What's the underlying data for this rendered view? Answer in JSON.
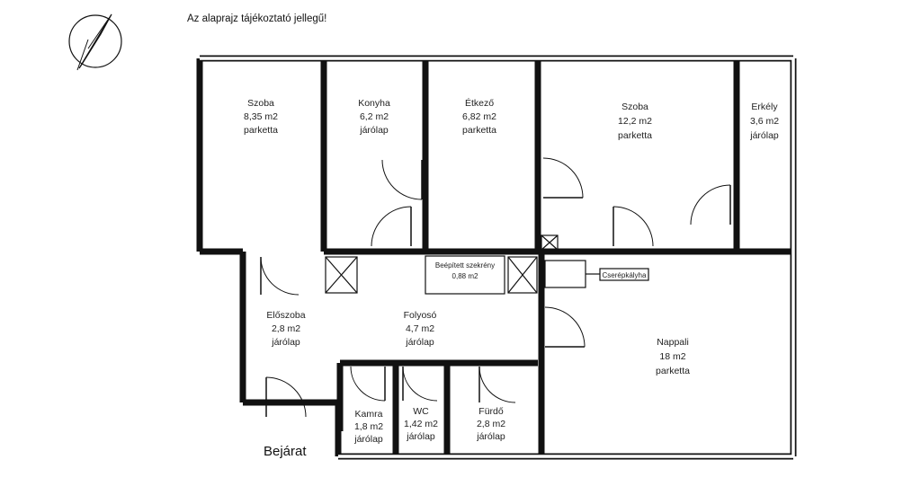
{
  "disclaimer": "Az alaprajz tájékoztató jellegű!",
  "entrance_label": "Bejárat",
  "rooms": [
    {
      "name": "Szoba",
      "area": "8,35 m2",
      "floor": "parketta"
    },
    {
      "name": "Konyha",
      "area": "6,2 m2",
      "floor": "járólap"
    },
    {
      "name": "Étkező",
      "area": "6,82 m2",
      "floor": "parketta"
    },
    {
      "name": "Szoba",
      "area": "12,2 m2",
      "floor": "parketta"
    },
    {
      "name": "Erkély",
      "area": "3,6 m2",
      "floor": "járólap"
    },
    {
      "name": "Előszoba",
      "area": "2,8 m2",
      "floor": "járólap"
    },
    {
      "name": "Folyosó",
      "area": "4,7 m2",
      "floor": "járólap"
    },
    {
      "name": "Nappali",
      "area": "18 m2",
      "floor": "parketta"
    },
    {
      "name": "Kamra",
      "area": "1,8 m2",
      "floor": "járólap"
    },
    {
      "name": "WC",
      "area": "1,42 m2",
      "floor": "járólap"
    },
    {
      "name": "Fürdő",
      "area": "2,8 m2",
      "floor": "járólap"
    }
  ],
  "closet": {
    "name": "Beépített szekrény",
    "area": "0,88 m2"
  },
  "heater_label": "Cserépkályha",
  "icons": {
    "compass": "north-arrow-icon"
  }
}
